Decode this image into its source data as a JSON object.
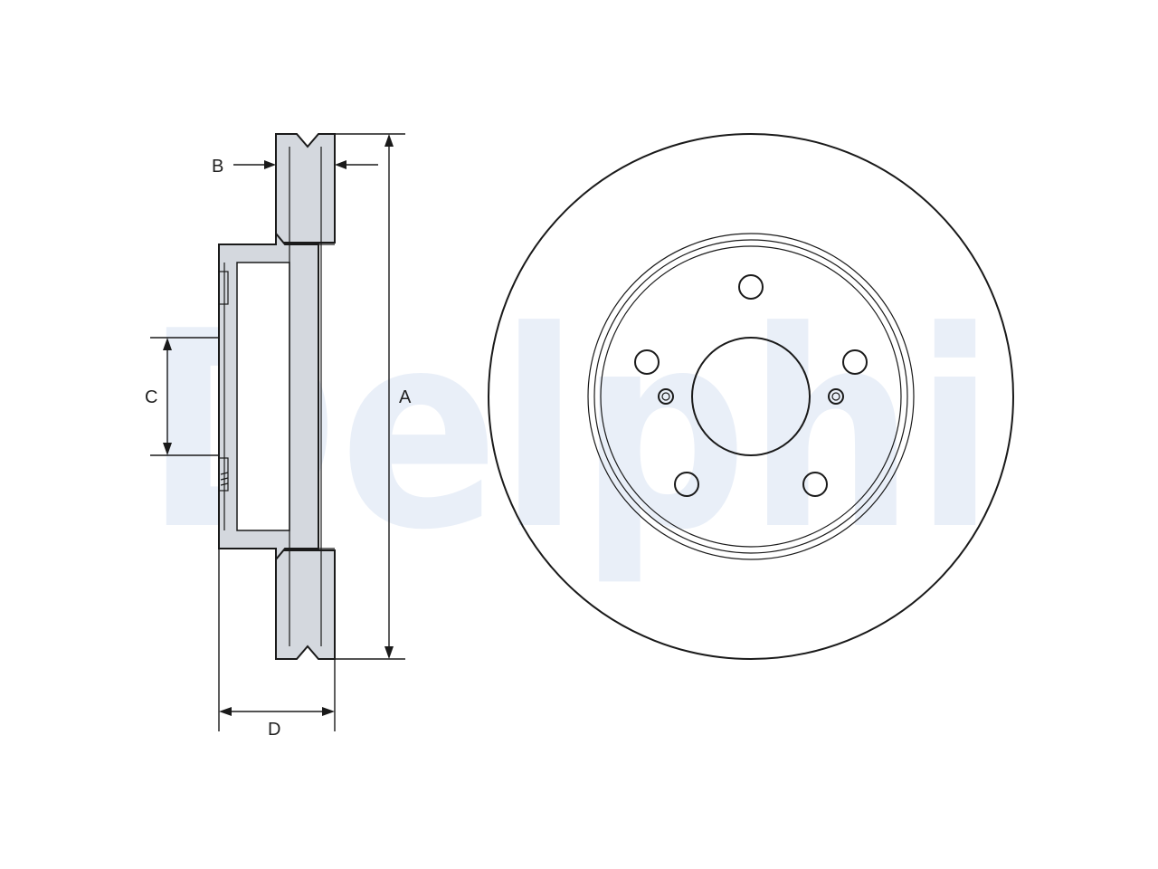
{
  "watermark": {
    "brand_text": "Delphi",
    "color": "#e9eff8"
  },
  "dimensions": {
    "a_label": "A",
    "b_label": "B",
    "c_label": "C",
    "d_label": "D"
  },
  "colors": {
    "line": "#1a1a1a",
    "section_fill": "#d4d8de",
    "background": "#ffffff"
  },
  "front_view": {
    "bolt_holes": 5,
    "pilot_holes": 2
  }
}
